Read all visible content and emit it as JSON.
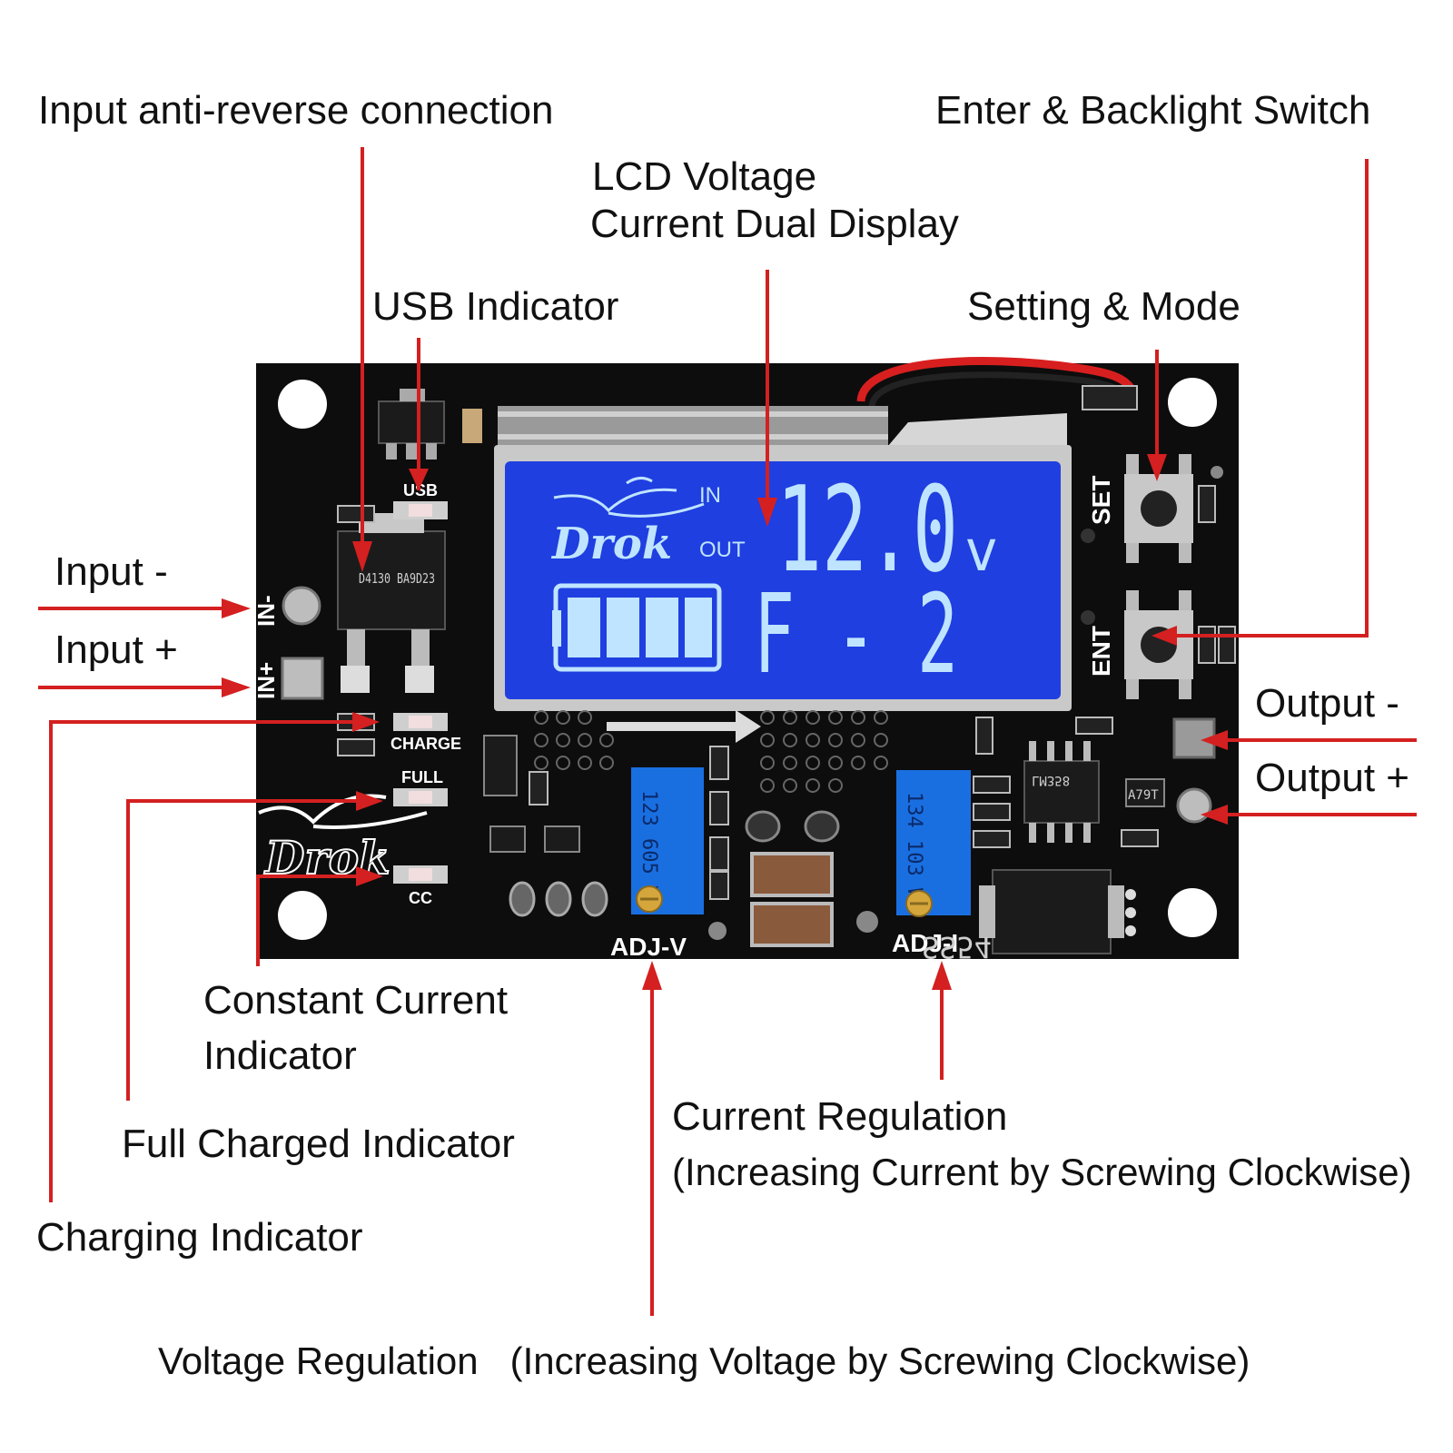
{
  "labels": {
    "input_anti_reverse": "Input anti-reverse connection",
    "enter_backlight": "Enter & Backlight Switch",
    "lcd_line1": "LCD Voltage",
    "lcd_line2": "Current Dual Display",
    "usb_indicator": "USB Indicator",
    "setting_mode": "Setting & Mode",
    "input_minus": "Input -",
    "input_plus": "Input +",
    "output_minus": "Output -",
    "output_plus": "Output +",
    "constant_current_1": "Constant Current",
    "constant_current_2": "Indicator",
    "full_charged": "Full Charged Indicator",
    "charging": "Charging Indicator",
    "current_reg_1": "Current Regulation",
    "current_reg_2": "(Increasing Current by Screwing Clockwise)",
    "voltage_reg": "Voltage Regulation   (Increasing Voltage by Screwing Clockwise)"
  },
  "board": {
    "silk": {
      "usb": "USB",
      "charge": "CHARGE",
      "full": "FULL",
      "cc": "CC",
      "in_minus": "IN-",
      "in_plus": "IN+",
      "set": "SET",
      "ent": "ENT",
      "adj_v": "ADJ-V",
      "adj_i": "ADJ-I",
      "brand": "Drok"
    },
    "chips": {
      "regulator": "D4130 BA9D23",
      "diode": "SS54",
      "opamp": "LM358",
      "small_reg": "A79T",
      "pot_v": "123 605 W",
      "pot_i": "134 103 W"
    },
    "lcd": {
      "brand": "Drok",
      "in": "IN",
      "out": "OUT",
      "value": "12.0",
      "unit": "v",
      "mode": "F - 2"
    }
  },
  "colors": {
    "pcb": "#0d0d0d",
    "lcd_blue": "#1f3fe0",
    "segment": "#bfe4ff",
    "pointer_red": "#d42020",
    "pot_blue": "#1a6fe0"
  }
}
